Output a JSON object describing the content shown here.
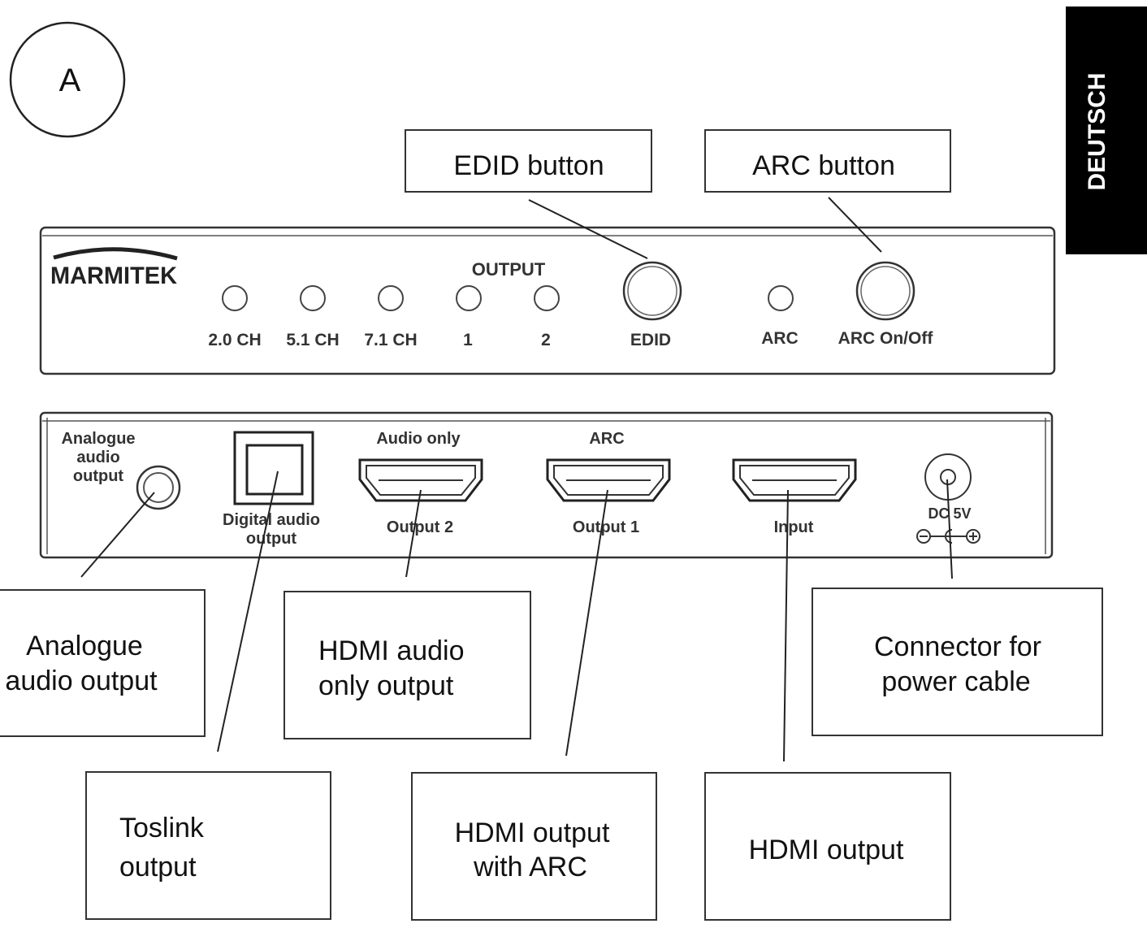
{
  "section_marker": "A",
  "language_tab": "DEUTSCH",
  "brand": "MARMITEK",
  "front_panel": {
    "output_heading": "OUTPUT",
    "led_labels": [
      "2.0 CH",
      "5.1 CH",
      "7.1 CH",
      "1",
      "2"
    ],
    "edid_label": "EDID",
    "arc_led_label": "ARC",
    "arc_button_label": "ARC On/Off"
  },
  "back_panel": {
    "analogue_label": [
      "Analogue",
      "audio",
      "output"
    ],
    "digital_label": [
      "Digital audio",
      "output"
    ],
    "output2_top": "Audio only",
    "output2_bottom": "Output 2",
    "output1_top": "ARC",
    "output1_bottom": "Output 1",
    "input_bottom": "Input",
    "dc_label": "DC 5V"
  },
  "callouts": {
    "edid": "EDID button",
    "arc": "ARC button",
    "analogue": [
      "Analogue",
      "audio output"
    ],
    "hdmi_audio": [
      "HDMI audio",
      "only output"
    ],
    "power": [
      "Connector for",
      "power cable"
    ],
    "toslink": [
      "Toslink",
      "output"
    ],
    "hdmi_arc": [
      "HDMI output",
      "with ARC"
    ],
    "hdmi_out": "HDMI output"
  },
  "colors": {
    "line": "#222222",
    "tab_bg": "#000000"
  }
}
